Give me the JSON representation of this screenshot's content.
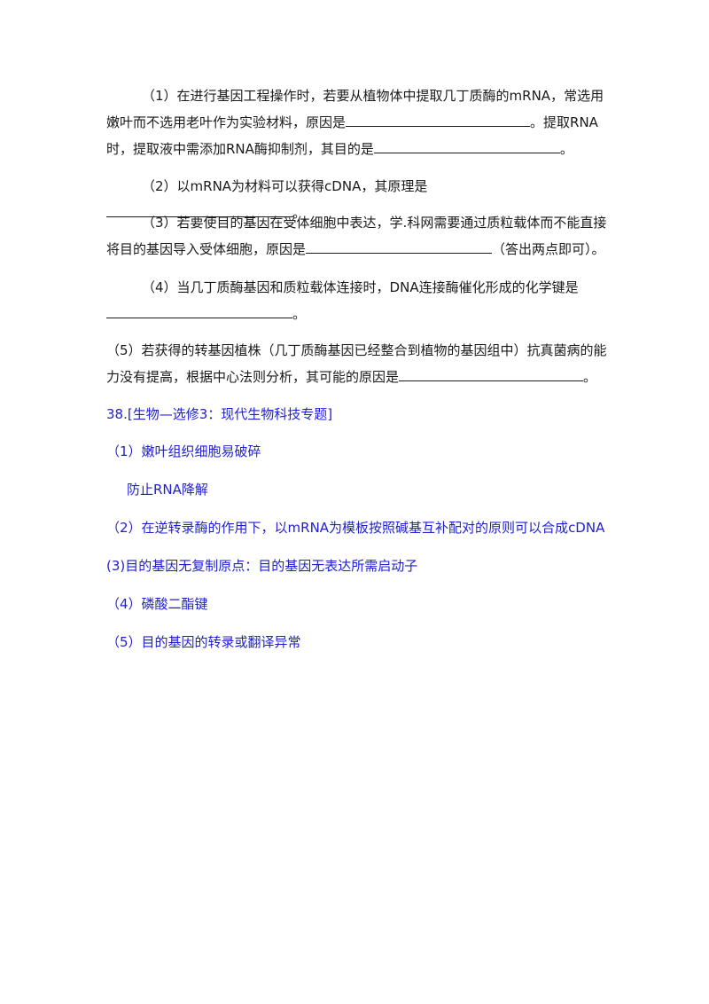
{
  "questions": {
    "q1": {
      "part1": "（1）在进行基因工程操作时，若要从植物体中提取几丁质酶的mRNA，常选用嫩叶而不选用老叶作为实验材料，原因是",
      "part2": "。提取RNA时，提取液中需添加RNA酶抑制剂，其目的是",
      "part3": "。"
    },
    "q2": {
      "part1": "（2）以mRNA为材料可以获得cDNA，其原理是",
      "part2": "。"
    },
    "q3": {
      "part1": "（3）若要使目的基因在受体细胞中表达，学.科网需要通过质粒载体而不能直接将目的基因导入受体细胞，原因是",
      "part2": "（答出两点即可）。"
    },
    "q4": {
      "part1": "（4）当几丁质酶基因和质粒载体连接时，DNA连接酶催化形成的化学键是",
      "part2": "。"
    },
    "q5": {
      "part1": "（5）若获得的转基因植株（几丁质酶基因已经整合到植物的基因组中）抗真菌病的能力没有提高，根据中心法则分析，其可能的原因是",
      "part2": "。"
    }
  },
  "answers": {
    "heading": "38.[生物—选修3：现代生物科技专题]",
    "a1": "（1）嫩叶组织细胞易破碎",
    "a1b": "防止RNA降解",
    "a2": "（2）在逆转录酶的作用下，以mRNA为模板按照碱基互补配对的原则可以合成cDNA",
    "a3": "(3)目的基因无复制原点：目的基因无表达所需启动子",
    "a4": "（4）磷酸二酯键",
    "a5": "（5）目的基因的转录或翻译异常"
  },
  "colors": {
    "question_text": "#1a1a1a",
    "answer_text": "#1f1fd0"
  }
}
